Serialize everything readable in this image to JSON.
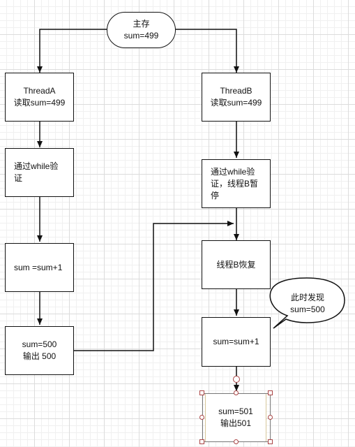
{
  "nodes": {
    "main_memory": "主存\nsum=499",
    "thread_a_read": "ThreadA\n读取sum=499",
    "thread_a_verify": "通过while验\n证",
    "thread_a_add": "sum =sum+1",
    "thread_a_output": "sum=500\n输出 500",
    "thread_b_read": "ThreadB\n读取sum=499",
    "thread_b_verify": "通过while验\n证，线程B暂\n停",
    "thread_b_resume": "线程B恢复",
    "thread_b_add": "sum=sum+1",
    "thread_b_output": "sum=501\n输出501"
  },
  "callout": {
    "text": "此时发现\nsum=500"
  },
  "colors": {
    "stroke": "#111111",
    "grid_major": "#dcdcdc",
    "grid_minor": "#f0f0f0",
    "selection_handle": "#aa4444",
    "selection_border": "#d7c79a"
  }
}
